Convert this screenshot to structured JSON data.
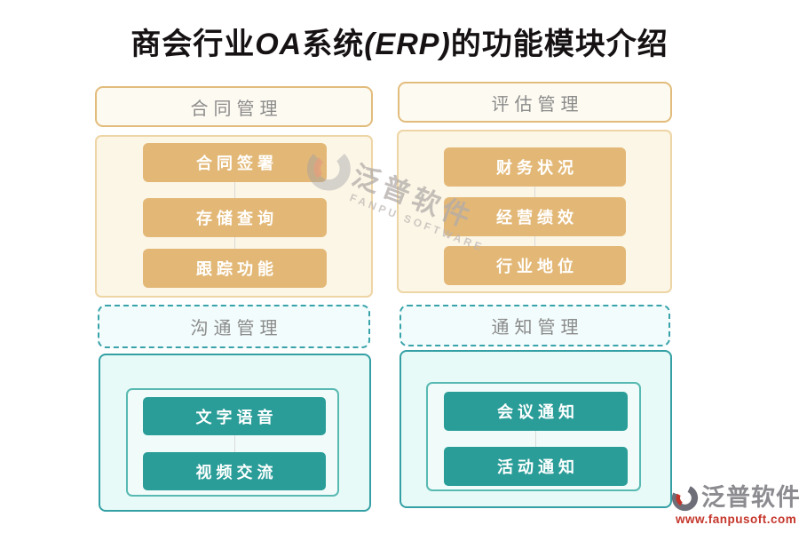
{
  "title": {
    "part1": "商会行业",
    "part2": "OA",
    "part3": "系统",
    "part4": "(ERP)",
    "part5": "的功能模块介绍"
  },
  "modules": {
    "contract": {
      "header": "合同管理",
      "items": [
        "合同签署",
        "存储查询",
        "跟踪功能"
      ]
    },
    "evaluation": {
      "header": "评估管理",
      "items": [
        "财务状况",
        "经营绩效",
        "行业地位"
      ]
    },
    "communication": {
      "header": "沟通管理",
      "items": [
        "文字语音",
        "视频交流"
      ]
    },
    "notification": {
      "header": "通知管理",
      "items": [
        "会议通知",
        "活动通知"
      ]
    }
  },
  "watermark": {
    "name": "泛普软件",
    "subtitle": "FANPU SOFTWARE"
  },
  "brand": {
    "name": "泛普软件",
    "url": "www.fanpusoft.com"
  },
  "colors": {
    "tan_border": "#e2bc7c",
    "tan_button": "#e3b877",
    "cream_bg": "#fcf6e6",
    "teal_border": "#34a0a5",
    "teal_button": "#2a9d98",
    "mint_bg": "#e7faf7",
    "header_text": "#8b8b8b",
    "button_text": "#ffffff",
    "title_text": "#161213",
    "brand_gray": "#8b8b90",
    "brand_red": "#c5352a"
  }
}
